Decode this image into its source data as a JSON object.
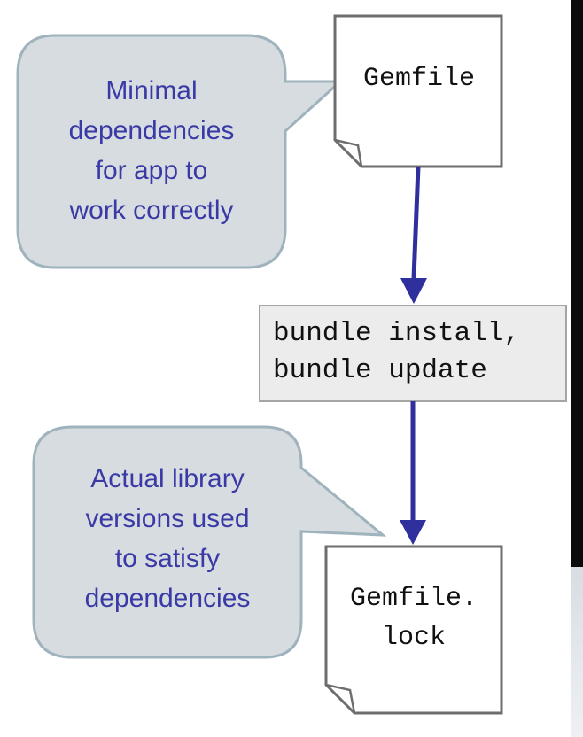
{
  "nodes": {
    "gemfile": {
      "label": "Gemfile"
    },
    "command": {
      "label": "bundle install,\nbundle update"
    },
    "gemfile_lock": {
      "label": "Gemfile.\nlock"
    }
  },
  "callouts": {
    "top": {
      "text": "Minimal\ndependencies\nfor app to\nwork correctly"
    },
    "bottom": {
      "text": "Actual library\nversions used\nto satisfy\ndependencies"
    }
  },
  "colors": {
    "callout_fill": "#d7dce0",
    "callout_stroke": "#9fb3bd",
    "callout_text": "#3a3aa6",
    "arrow": "#2f2f9e",
    "document_stroke": "#6e6e6e",
    "command_fill": "#ececec",
    "command_stroke": "#a5a5a5"
  }
}
